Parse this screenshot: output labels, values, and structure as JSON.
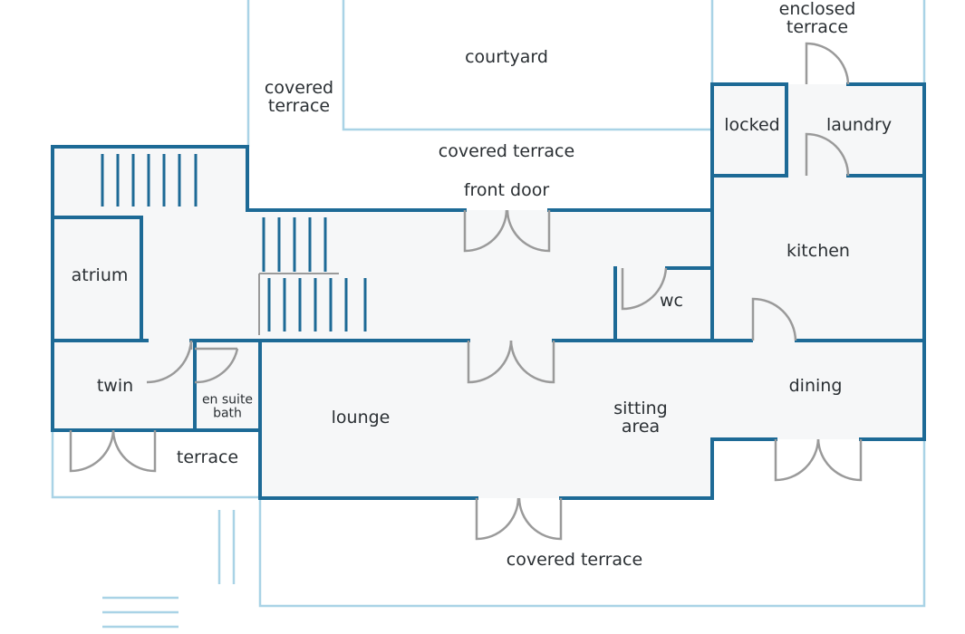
{
  "colors": {
    "wall": "#1d6a96",
    "light_wall": "#a9d3e6",
    "floor": "#f6f7f8",
    "door": "#9a9a9a",
    "text": "#2a2f33"
  },
  "rooms": {
    "courtyard": "courtyard",
    "covered_terrace_left": "covered\nterrace",
    "covered_terrace_top": "covered terrace",
    "front_door": "front door",
    "enclosed_terrace": "enclosed\nterrace",
    "locked": "locked",
    "laundry": "laundry",
    "kitchen": "kitchen",
    "atrium": "atrium",
    "wc": "wc",
    "twin": "twin",
    "en_suite_bath": "en suite\nbath",
    "lounge": "lounge",
    "sitting_area": "sitting\narea",
    "dining": "dining",
    "terrace": "terrace",
    "covered_terrace_bottom": "covered terrace"
  }
}
